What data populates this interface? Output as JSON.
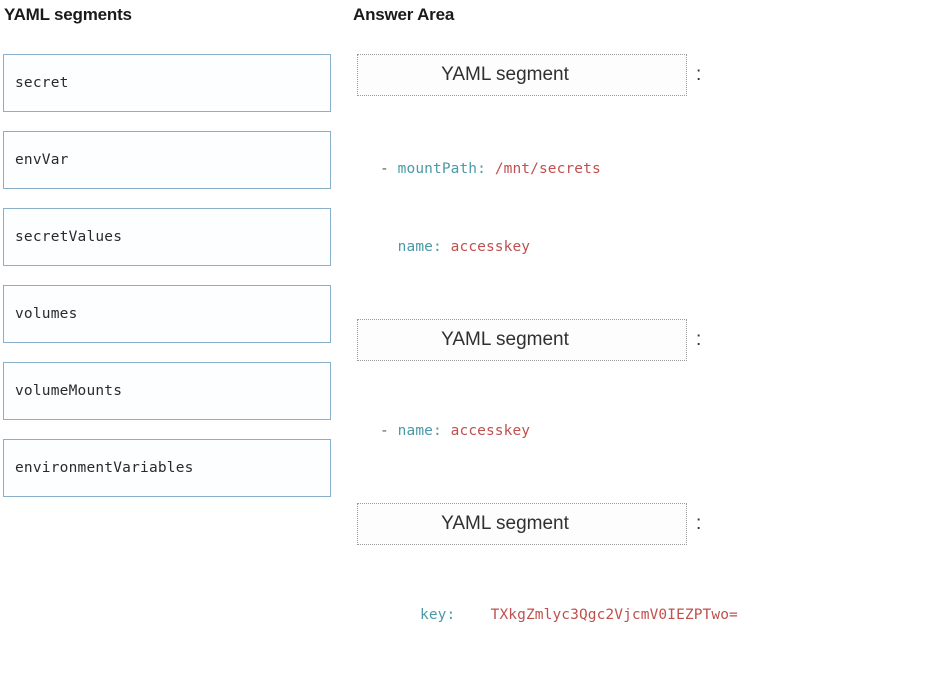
{
  "left_panel": {
    "header": "YAML segments",
    "segments": [
      {
        "label": "secret"
      },
      {
        "label": "envVar"
      },
      {
        "label": "secretValues"
      },
      {
        "label": "volumes"
      },
      {
        "label": "volumeMounts"
      },
      {
        "label": "environmentVariables"
      }
    ]
  },
  "right_panel": {
    "header": "Answer Area",
    "dropzone_label": "YAML segment",
    "colon": ":",
    "blocks": [
      {
        "dropzone_label": "YAML segment",
        "colon": ":",
        "lines": [
          {
            "dash": "- ",
            "key": "mountPath: ",
            "value": "/mnt/secrets"
          },
          {
            "dash": "  ",
            "key": "name: ",
            "value": "accesskey"
          }
        ]
      },
      {
        "dropzone_label": "YAML segment",
        "colon": ":",
        "lines": [
          {
            "dash": "- ",
            "key": "name: ",
            "value": "accesskey"
          }
        ]
      },
      {
        "dropzone_label": "YAML segment",
        "colon": ":",
        "lines": [
          {
            "dash": "",
            "key": "key:    ",
            "value": "TXkgZmlyc3Qgc2VjcmV0IEZPTwo="
          }
        ]
      }
    ]
  },
  "colors": {
    "tile_border": "#8aafc9",
    "dropzone_border": "#9b9b9b",
    "yaml_key": "#4a9aa8",
    "yaml_value": "#c0504d",
    "header_text": "#1a1a1a",
    "background": "#ffffff"
  }
}
